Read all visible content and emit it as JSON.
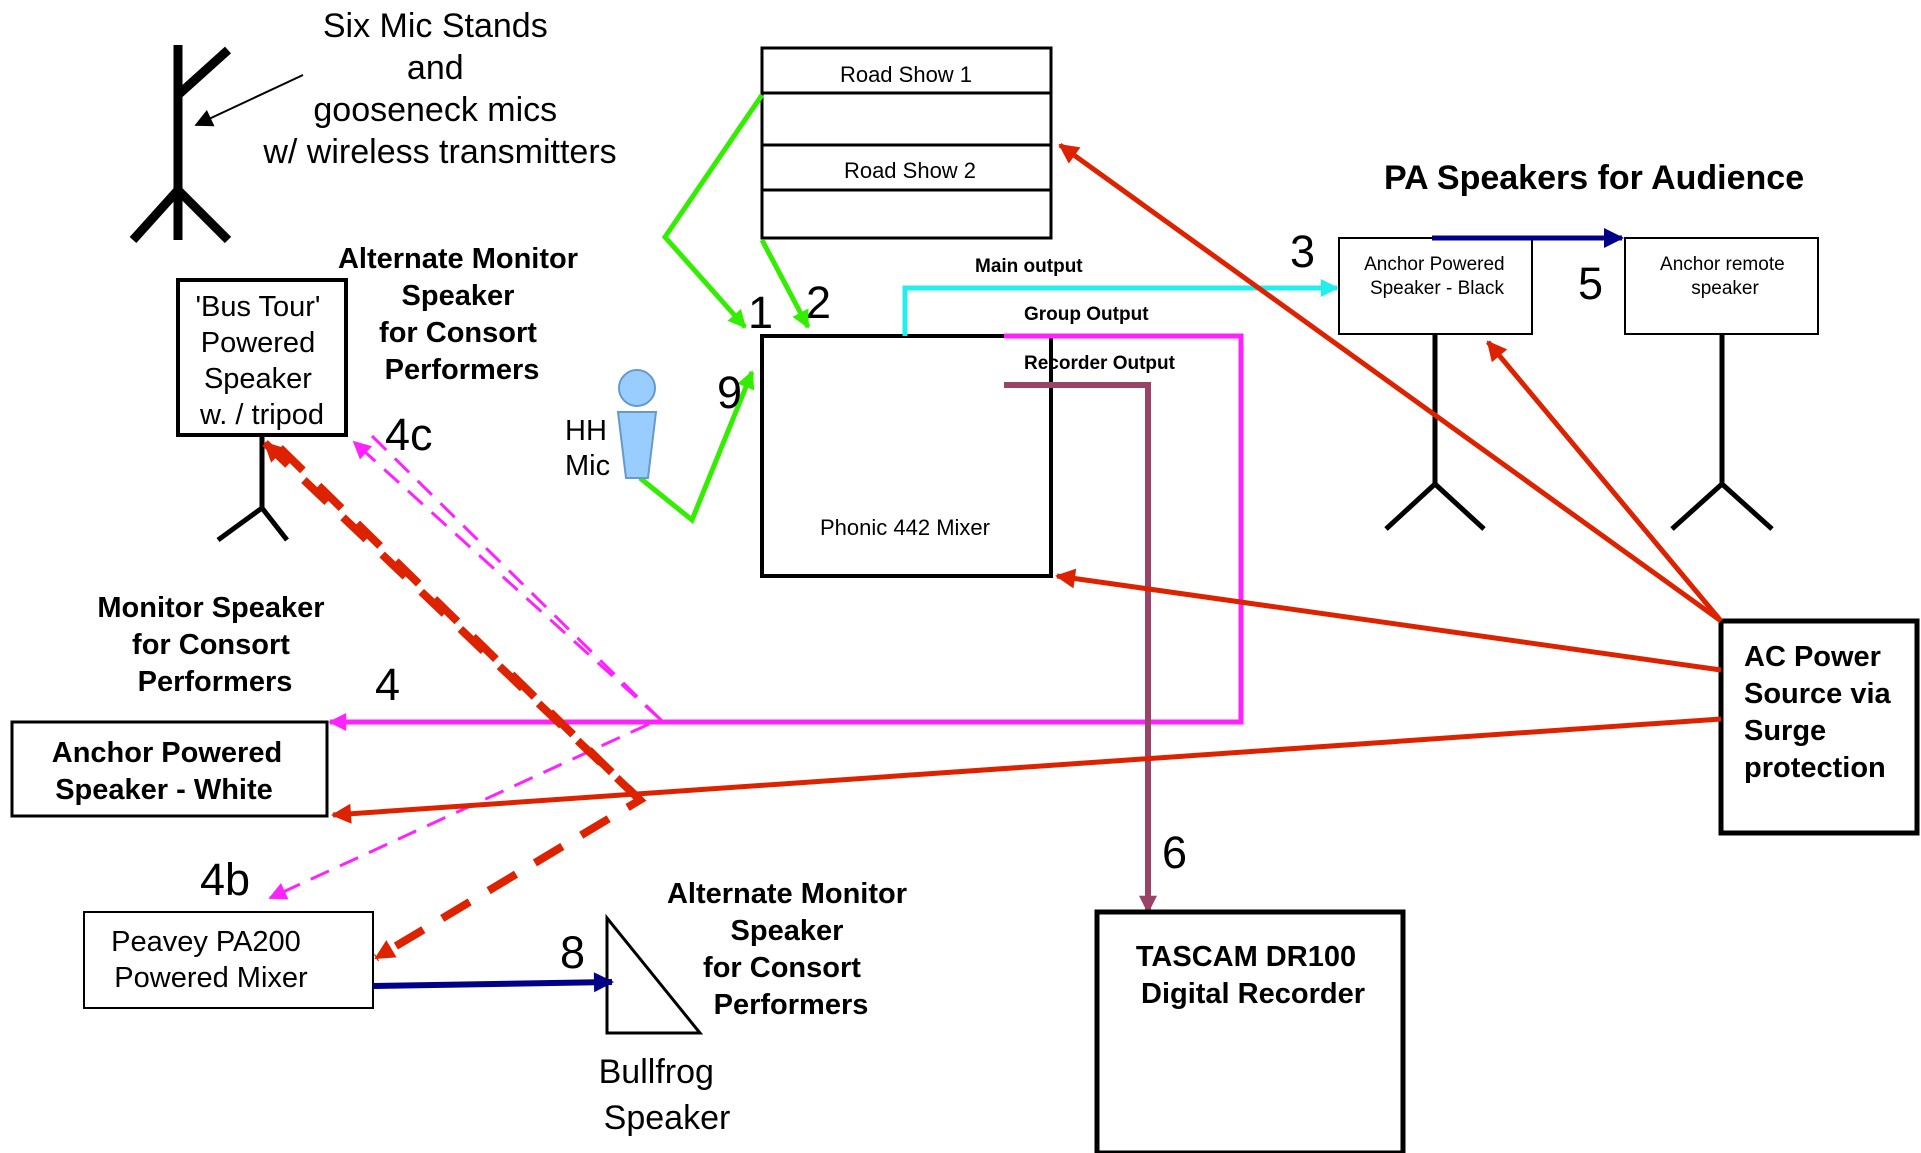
{
  "mic_stands": {
    "label_lines": [
      "Six Mic Stands",
      "and",
      "gooseneck mics",
      "w/ wireless transmitters"
    ]
  },
  "road_show_1": {
    "label": "Road Show 1"
  },
  "road_show_2": {
    "label": "Road Show 2"
  },
  "mixer": {
    "label": "Phonic 442 Mixer"
  },
  "mixer_outputs": {
    "main": "Main output",
    "group": "Group Output",
    "recorder": "Recorder Output"
  },
  "hh_mic": {
    "label_lines": [
      "HH",
      "Mic"
    ]
  },
  "bus_tour": {
    "label_lines": [
      "'Bus Tour'",
      "Powered",
      "Speaker",
      "w. / tripod"
    ],
    "heading_lines": [
      "Alternate Monitor",
      "Speaker",
      "for Consort",
      "Performers"
    ]
  },
  "monitor_heading": {
    "lines": [
      "Monitor Speaker",
      "for Consort",
      "Performers"
    ]
  },
  "anchor_white": {
    "label_lines": [
      "Anchor Powered",
      "Speaker - White"
    ]
  },
  "peavey": {
    "label_lines": [
      "Peavey PA200",
      "Powered Mixer"
    ]
  },
  "bullfrog": {
    "label_lines": [
      "Bullfrog",
      "Speaker"
    ],
    "heading_lines": [
      "Alternate Monitor",
      "Speaker",
      "for Consort",
      "Performers"
    ]
  },
  "pa_heading": {
    "label": "PA Speakers for Audience"
  },
  "anchor_black": {
    "label_lines": [
      "Anchor Powered",
      "Speaker - Black"
    ]
  },
  "anchor_remote": {
    "label_lines": [
      "Anchor remote",
      "speaker"
    ]
  },
  "ac_power": {
    "label_lines": [
      "AC Power",
      "Source via",
      "Surge",
      "protection"
    ]
  },
  "tascam": {
    "label_lines": [
      "TASCAM DR100",
      "Digital Recorder"
    ]
  },
  "numbers": {
    "n1": "1",
    "n2": "2",
    "n3": "3",
    "n4": "4",
    "n4b": "4b",
    "n4c": "4c",
    "n5": "5",
    "n6": "6",
    "n8": "8",
    "n9": "9"
  },
  "colors": {
    "audio_input": "#33ee00",
    "main_output": "#22eeee",
    "group_output": "#ff22ff",
    "recorder_output": "#994466",
    "power": "#dd2200",
    "speaker_link": "#000088",
    "mic_figure": "#99ccff"
  }
}
